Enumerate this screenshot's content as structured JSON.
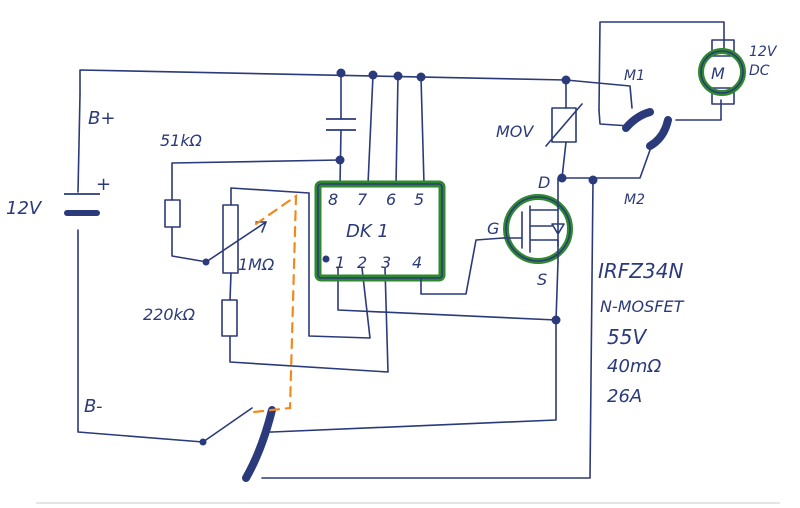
{
  "labels": {
    "b_plus": "B+",
    "b_minus": "B-",
    "battery_voltage": "12V",
    "battery_plus": "+",
    "r51k": "51kΩ",
    "pot_1m": "1MΩ",
    "r220k": "220kΩ",
    "ic_name": "DK 1",
    "pin8": "8",
    "pin7": "7",
    "pin6": "6",
    "pin5": "5",
    "pin1": "1",
    "pin2": "2",
    "pin3": "3",
    "pin4": "4",
    "mov": "MOV",
    "d": "D",
    "g": "G",
    "s": "S",
    "m1": "M1",
    "m2": "M2",
    "motor": "M",
    "motor_voltage": "12V",
    "motor_type": "DC"
  },
  "mosfet_spec": {
    "part": "IRFZ34N",
    "type": "N-MOSFET",
    "voltage": "55V",
    "resistance": "40mΩ",
    "current": "26A"
  },
  "colors": {
    "ink": "#2b3a7a",
    "highlight": "#2f8a2f",
    "linkage": "#f08a1c"
  }
}
